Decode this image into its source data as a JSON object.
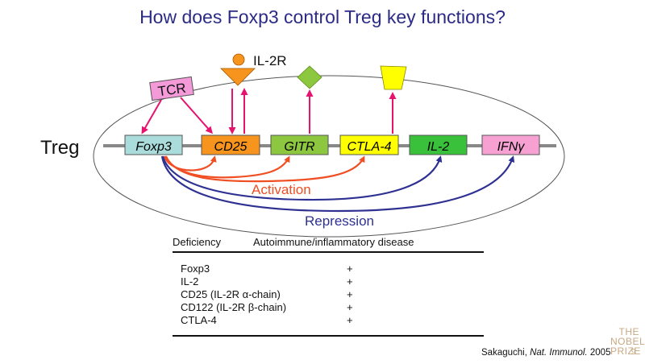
{
  "title": "How does Foxp3 control Treg key functions?",
  "cell_label": "Treg",
  "receptors": {
    "tcr": "TCR",
    "il2r": "IL-2R"
  },
  "genes": [
    {
      "id": "foxp3",
      "label": "Foxp3",
      "color": "#aadcdc"
    },
    {
      "id": "cd25",
      "label": "CD25",
      "color": "#f7941d"
    },
    {
      "id": "gitr",
      "label": "GITR",
      "color": "#8dc63f"
    },
    {
      "id": "ctla4",
      "label": "CTLA-4",
      "color": "#ffff00"
    },
    {
      "id": "il2",
      "label": "IL-2",
      "color": "#39c13c"
    },
    {
      "id": "ifng",
      "label": "IFNγ",
      "color": "#f7a1d3"
    }
  ],
  "arrow_labels": {
    "activation": "Activation",
    "repression": "Repression"
  },
  "colors": {
    "title": "#2b2b87",
    "activation": "#f04e23",
    "repression": "#2e3192",
    "signal": "#e6126e",
    "tcr_box": "#f49ad9",
    "il2r_shape": "#f7941d",
    "gitr_shape": "#8dc63f",
    "ctla4_shape": "#ffff00"
  },
  "table": {
    "headers": [
      "Deficiency",
      "Autoimmune/inflammatory disease"
    ],
    "rows": [
      {
        "deficiency": "Foxp3",
        "disease": "+"
      },
      {
        "deficiency": "IL-2",
        "disease": "+"
      },
      {
        "deficiency": "CD25 (IL-2R α-chain)",
        "disease": "+"
      },
      {
        "deficiency": "CD122 (IL-2R β-chain)",
        "disease": "+"
      },
      {
        "deficiency": "CTLA-4",
        "disease": "+"
      }
    ]
  },
  "citation": {
    "author": "Sakaguchi, ",
    "journal": "Nat. Immunol.",
    "year": " 2005"
  },
  "watermark": {
    "line1": "THE",
    "line2": "NOBEL",
    "line3": "PRIZE",
    "page": "9"
  }
}
